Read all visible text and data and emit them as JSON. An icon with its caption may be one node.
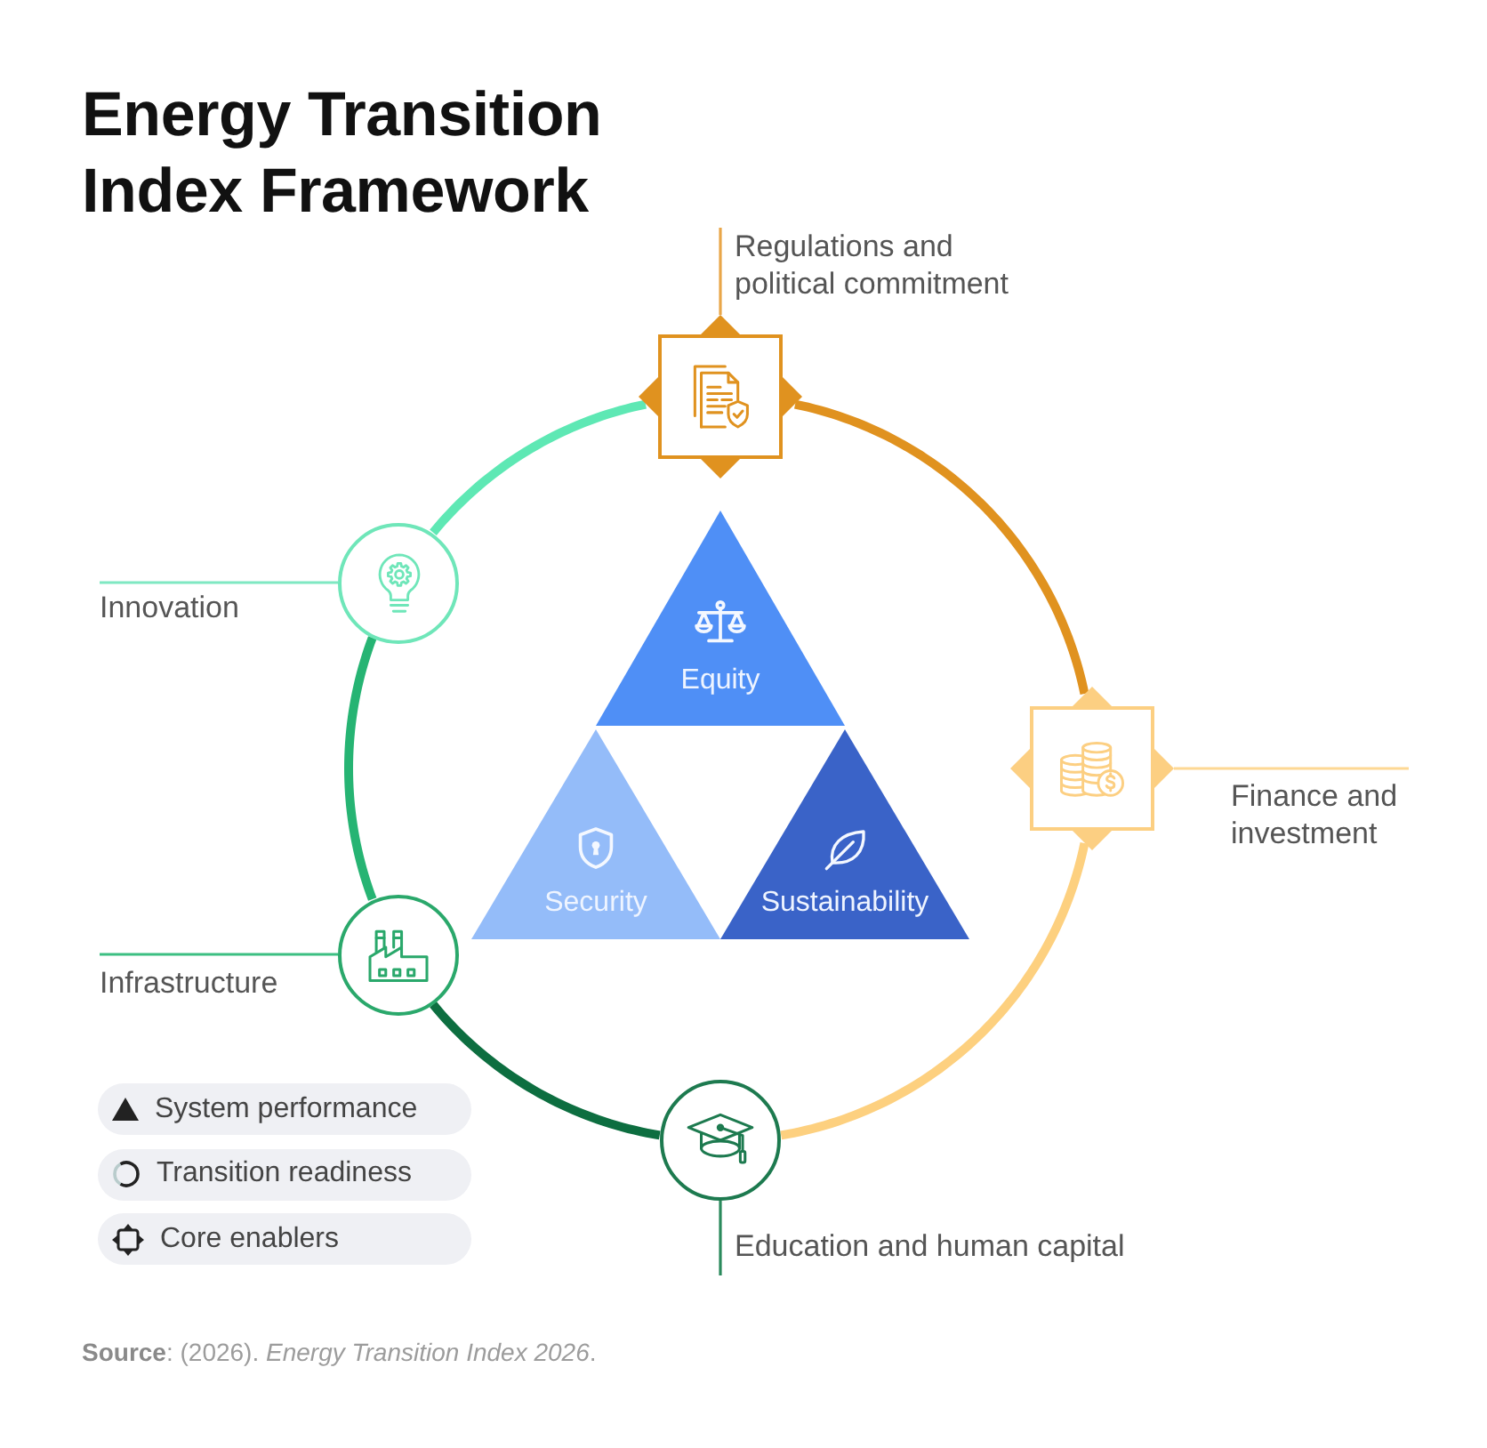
{
  "diagram": {
    "title": "Energy Transition Index Framework",
    "caption": "**Source**: (2026). *Energy Transition Index 2026*.",
    "nodes": [
      {
        "text": [
          "Regulations and political commitment"
        ]
      },
      {
        "text": [],
        "shape": "diamond"
      },
      {
        "text": [],
        "shape": "circle"
      },
      {
        "text": [
          "Innovation"
        ]
      },
      {
        "text": [
          "Equity"
        ]
      },
      {
        "text": [],
        "shape": "diamond"
      },
      {
        "text": [
          "Finance and investment"
        ]
      },
      {
        "text": [
          "Security"
        ]
      },
      {
        "text": [
          "Sustainability"
        ]
      },
      {
        "text": [],
        "shape": "circle"
      },
      {
        "text": [
          "Infrastructure"
        ]
      },
      {
        "text": [],
        "shape": "circle"
      },
      {
        "text": [
          "Education and human capital"
        ]
      }
    ],
    "edges": [
      {
        "from": 0,
        "to": 1,
        "arrow": "none",
        "color": "#e9a649"
      },
      {
        "from": 3,
        "to": 2,
        "arrow": "none",
        "color": "#7fe8c2"
      },
      {
        "from": 6,
        "to": 5,
        "arrow": "none",
        "color": "#fdd894"
      },
      {
        "from": 10,
        "to": 9,
        "arrow": "none",
        "color": "#3cbf82"
      },
      {
        "from": 12,
        "to": 11,
        "arrow": "none",
        "color": "#2a8a5c"
      },
      {
        "from": 1,
        "to": 5,
        "arrow": "none",
        "style": "thick",
        "color": "#e0921f"
      },
      {
        "from": 5,
        "to": 11,
        "arrow": "none",
        "style": "thick",
        "color": "#fdd07f"
      },
      {
        "from": 11,
        "to": 9,
        "arrow": "none",
        "style": "thick",
        "color": "#0d6e40"
      },
      {
        "from": 9,
        "to": 2,
        "arrow": "none",
        "style": "thick",
        "color": "#26b473"
      },
      {
        "from": 2,
        "to": 1,
        "arrow": "none",
        "style": "thick",
        "color": "#5ee8b4"
      }
    ],
    "legend": [
      {
        "text": "System performance"
      },
      {
        "text": "Transition readiness"
      },
      {
        "text": "Core enablers"
      }
    ]
  }
}
